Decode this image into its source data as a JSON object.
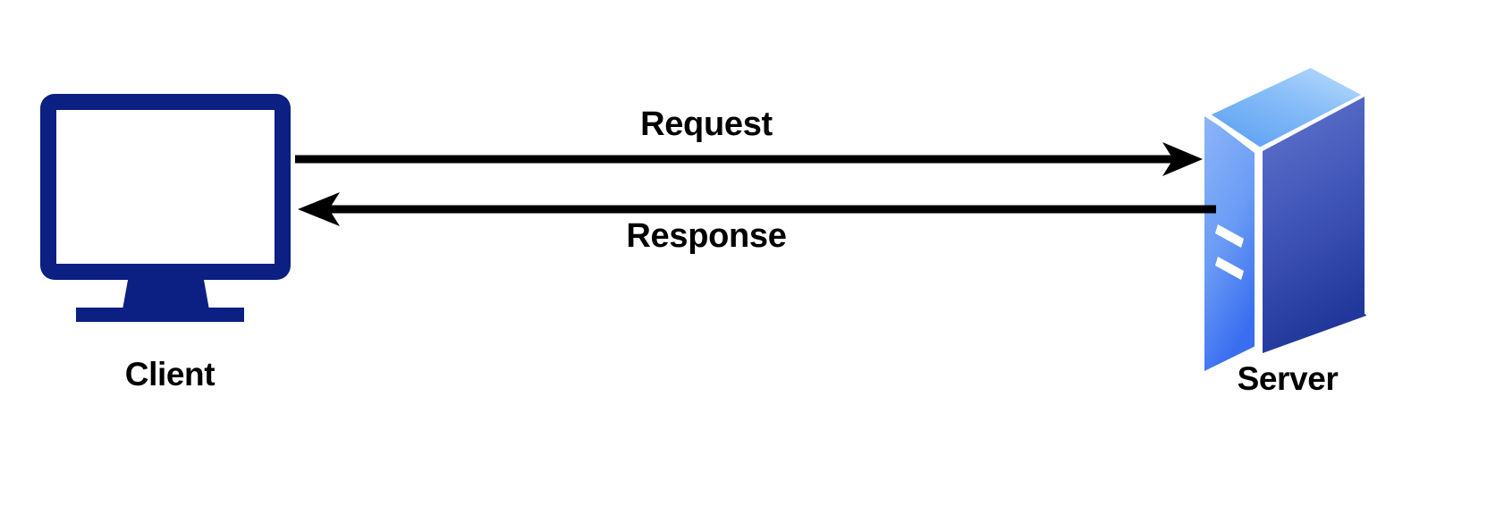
{
  "diagram": {
    "type": "client-server-request-response",
    "background_color": "#ffffff",
    "nodes": [
      {
        "id": "client",
        "label": "Client",
        "icon": "desktop-monitor-icon",
        "color": "#0c1f82"
      },
      {
        "id": "server",
        "label": "Server",
        "icon": "server-tower-icon",
        "colors": {
          "front_top": "#86b0f7",
          "front_bottom": "#3a6ff0",
          "side_top": "#5a6ecb",
          "side_bottom": "#22379b",
          "top_near": "#63a4f3",
          "top_far": "#aed4fb",
          "edge": "#ffffff"
        }
      }
    ],
    "edges": [
      {
        "id": "request",
        "label": "Request",
        "from": "client",
        "to": "server",
        "direction": "right",
        "color": "#000000"
      },
      {
        "id": "response",
        "label": "Response",
        "from": "server",
        "to": "client",
        "direction": "left",
        "color": "#000000"
      }
    ]
  },
  "client": {
    "label": "Client"
  },
  "server": {
    "label": "Server"
  },
  "edges": {
    "request": {
      "label": "Request"
    },
    "response": {
      "label": "Response"
    }
  }
}
